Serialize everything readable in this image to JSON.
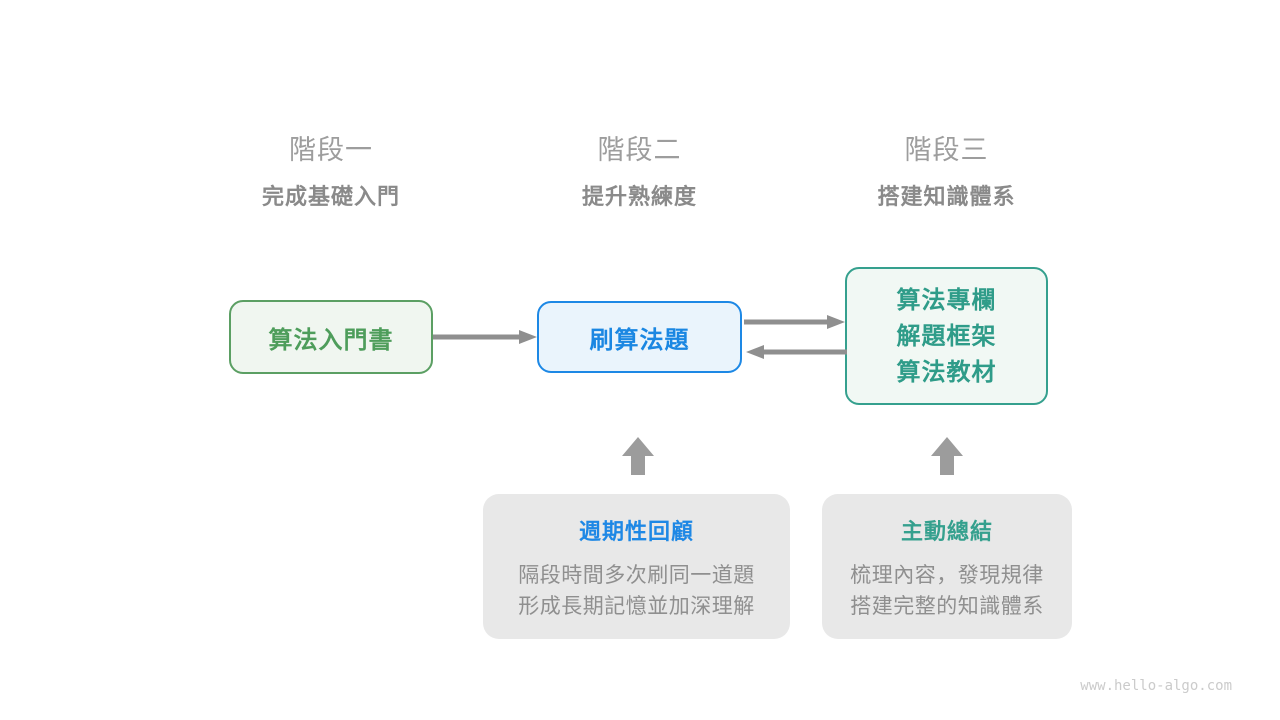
{
  "page": {
    "watermark": "www.hello-algo.com"
  },
  "stages": [
    {
      "label": "階段一",
      "subtitle": "完成基礎入門"
    },
    {
      "label": "階段二",
      "subtitle": "提升熟練度"
    },
    {
      "label": "階段三",
      "subtitle": "搭建知識體系"
    }
  ],
  "nodes": {
    "intro_book": {
      "label": "算法入門書"
    },
    "practice": {
      "label": "刷算法題"
    },
    "resources": {
      "lines": [
        "算法專欄",
        "解題框架",
        "算法教材"
      ]
    }
  },
  "notes": [
    {
      "title": "週期性回顧",
      "lines": [
        "隔段時間多次刷同一道題",
        "形成長期記憶並加深理解"
      ]
    },
    {
      "title": "主動總結",
      "lines": [
        "梳理內容，發現規律",
        "搭建完整的知識體系"
      ]
    }
  ],
  "colors": {
    "stage_label": "#9d9d9d",
    "stage_subtitle": "#8a8a8a",
    "green_node": "#4e9d5b",
    "blue_node": "#1d88e5",
    "teal_node": "#35a08e",
    "arrow_gray": "#8f8f8f",
    "block_arrow_gray": "#9c9c9c",
    "note_background": "#e8e8e8",
    "note_body_text": "#8f8f8f",
    "watermark_text": "#cbcbcb"
  }
}
